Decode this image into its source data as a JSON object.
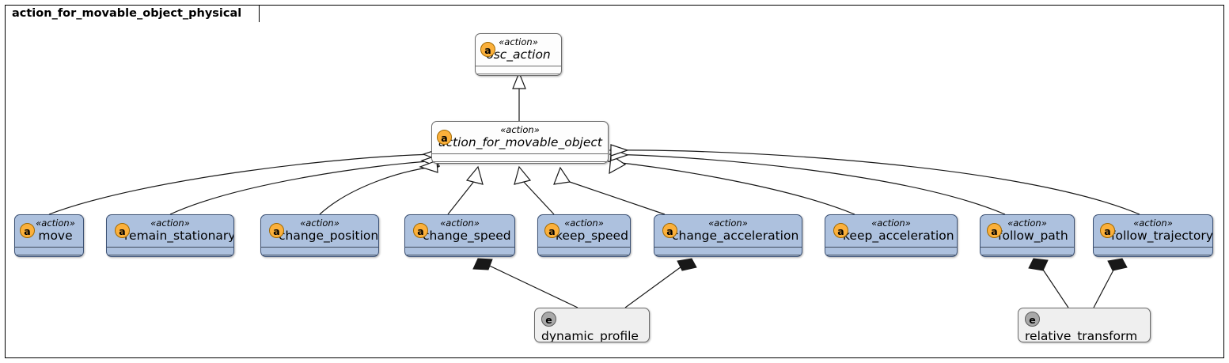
{
  "diagram": {
    "kind": "uml-class-diagram",
    "package_label": "action_for_movable_object_physical",
    "stereotype_action": "«action»",
    "badge_action_letter": "a",
    "badge_enum_letter": "e",
    "colors": {
      "action_class_fill": "#adc1de",
      "abstract_class_fill": "#fdfdfd",
      "enum_class_fill": "#efefef",
      "badge_action_fill": "#fbb03b",
      "badge_enum_fill": "#a9a9a9",
      "line": "#181818",
      "border": "#3d4a5c"
    }
  },
  "nodes": {
    "osc_action": {
      "name": "osc_action",
      "stereotype": "«action»",
      "badge": "a",
      "kind": "abstract-action"
    },
    "action_for_movable_object": {
      "name": "action_for_movable_object",
      "stereotype": "«action»",
      "badge": "a",
      "kind": "abstract-action"
    },
    "move": {
      "name": "move",
      "stereotype": "«action»",
      "badge": "a",
      "kind": "action"
    },
    "remain_stationary": {
      "name": "remain_stationary",
      "stereotype": "«action»",
      "badge": "a",
      "kind": "action"
    },
    "change_position": {
      "name": "change_position",
      "stereotype": "«action»",
      "badge": "a",
      "kind": "action"
    },
    "change_speed": {
      "name": "change_speed",
      "stereotype": "«action»",
      "badge": "a",
      "kind": "action"
    },
    "keep_speed": {
      "name": "keep_speed",
      "stereotype": "«action»",
      "badge": "a",
      "kind": "action"
    },
    "change_acceleration": {
      "name": "change_acceleration",
      "stereotype": "«action»",
      "badge": "a",
      "kind": "action"
    },
    "keep_acceleration": {
      "name": "keep_acceleration",
      "stereotype": "«action»",
      "badge": "a",
      "kind": "action"
    },
    "follow_path": {
      "name": "follow_path",
      "stereotype": "«action»",
      "badge": "a",
      "kind": "action"
    },
    "follow_trajectory": {
      "name": "follow_trajectory",
      "stereotype": "«action»",
      "badge": "a",
      "kind": "action"
    },
    "dynamic_profile": {
      "name": "dynamic_profile",
      "stereotype": "",
      "badge": "e",
      "kind": "enum"
    },
    "relative_transform": {
      "name": "relative_transform",
      "stereotype": "",
      "badge": "e",
      "kind": "enum"
    }
  },
  "relationships": [
    {
      "from": "action_for_movable_object",
      "to": "osc_action",
      "type": "generalization"
    },
    {
      "from": "move",
      "to": "action_for_movable_object",
      "type": "generalization"
    },
    {
      "from": "remain_stationary",
      "to": "action_for_movable_object",
      "type": "generalization"
    },
    {
      "from": "change_position",
      "to": "action_for_movable_object",
      "type": "generalization"
    },
    {
      "from": "change_speed",
      "to": "action_for_movable_object",
      "type": "generalization"
    },
    {
      "from": "keep_speed",
      "to": "action_for_movable_object",
      "type": "generalization"
    },
    {
      "from": "change_acceleration",
      "to": "action_for_movable_object",
      "type": "generalization"
    },
    {
      "from": "keep_acceleration",
      "to": "action_for_movable_object",
      "type": "generalization"
    },
    {
      "from": "follow_path",
      "to": "action_for_movable_object",
      "type": "generalization"
    },
    {
      "from": "follow_trajectory",
      "to": "action_for_movable_object",
      "type": "generalization"
    },
    {
      "from": "change_speed",
      "to": "dynamic_profile",
      "type": "composition"
    },
    {
      "from": "change_acceleration",
      "to": "dynamic_profile",
      "type": "composition"
    },
    {
      "from": "follow_path",
      "to": "relative_transform",
      "type": "composition"
    },
    {
      "from": "follow_trajectory",
      "to": "relative_transform",
      "type": "composition"
    }
  ]
}
